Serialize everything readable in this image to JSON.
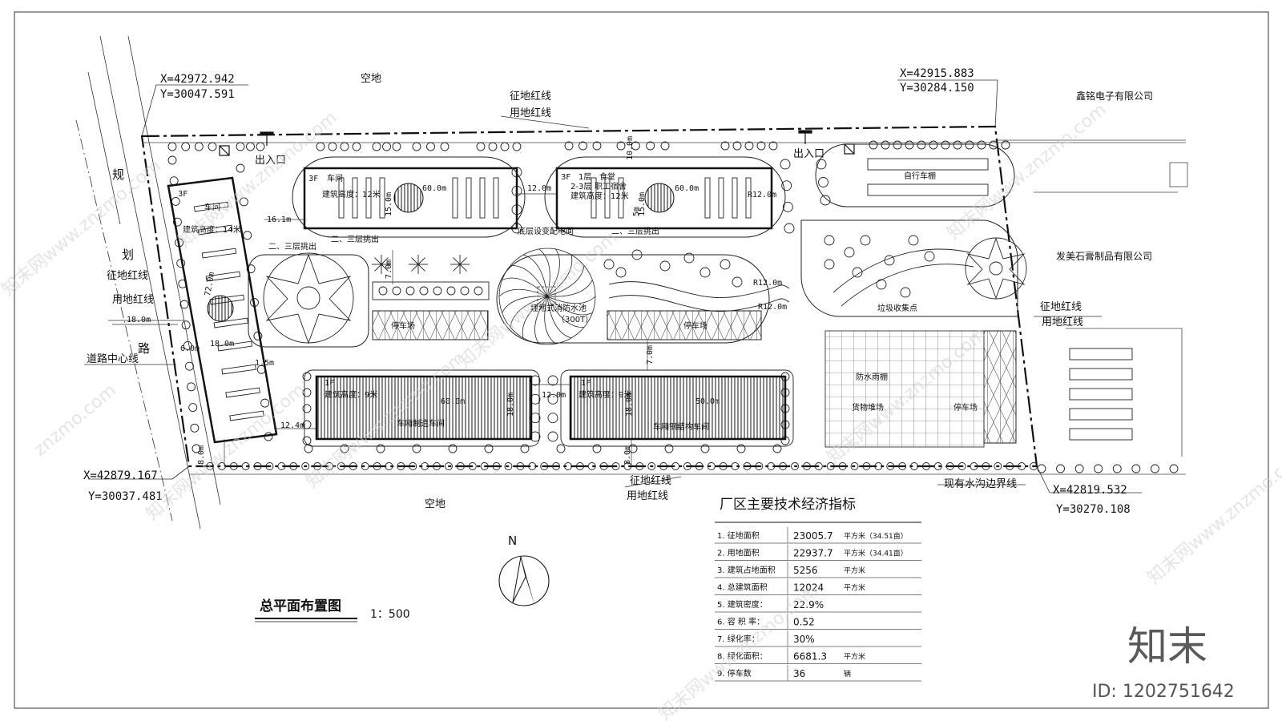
{
  "coords": {
    "nw": {
      "x": "X=42972.942",
      "y": "Y=30047.591"
    },
    "ne": {
      "x": "X=42915.883",
      "y": "Y=30284.150"
    },
    "sw": {
      "x": "X=42879.167",
      "y": "Y=30037.481"
    },
    "se": {
      "x": "X=42819.532",
      "y": "Y=30270.108"
    }
  },
  "surroundings": {
    "vacant_north": "空地",
    "vacant_south": "空地",
    "neighbor_ne": "鑫铭电子有限公司",
    "neighbor_e": "发美石膏制品有限公司",
    "road_chars": [
      "规",
      "划",
      "路"
    ],
    "road_centerline": "道路中心线",
    "ditch_boundary": "现有水沟边界线"
  },
  "lines": {
    "land_acq": "征地红线",
    "land_use": "用地红线"
  },
  "gates": {
    "entrance": "出入口"
  },
  "dims": {
    "d161": "16.1m",
    "d180": "18.0m",
    "d60a": "60.0m",
    "d60b": "60.0m",
    "d120": "12.0m",
    "d150a": "15.0m",
    "d150b": "15.0m",
    "d100": "10.0m",
    "d70a": "7.0m",
    "d70b": "7.0m",
    "d124": "12.4m",
    "d80a": "8.0m",
    "d80b": "8.0m",
    "d180b": "18.0m",
    "d720": "72.0m",
    "d60c": "6.0m",
    "d60d": "60.0m",
    "d50": "50.0m",
    "d120b": "12.0m",
    "d180c": "18.0m",
    "d180d": "18.0m",
    "r12": "R12.0m",
    "r12b": "R12.0m",
    "r12c": "R12.0m",
    "d15": "1.5m",
    "d5": "5m"
  },
  "buildings": {
    "workshop_a": {
      "floors": "3F",
      "name": "车间",
      "height": "建筑高度：12米",
      "note": "二、三层挑出"
    },
    "dorm": {
      "floors": "3F",
      "l1": "1层",
      "l1b": "食堂",
      "l2": "2-3层",
      "l2b": "职工宿舍",
      "height": "建筑高度：12米",
      "note": "二、三层挑出",
      "sub": "底层设变配电间"
    },
    "workshop_w": {
      "floors": "3F",
      "name": "车间",
      "height": "建筑高度：14米",
      "note": "二、三层挑出"
    },
    "shop1": {
      "floors": "1F",
      "height": "建筑高度：9米",
      "name": "车厢制造车间"
    },
    "shop2": {
      "floors": "1F",
      "height": "建筑高度：9米",
      "name": "车厢钢结构车间"
    },
    "bike": "自行车棚",
    "waste": "垃圾收集点",
    "pool": "埋地式消防水池",
    "pool_cap": "（300T）",
    "parking1": "停车场",
    "parking2": "停车场",
    "parking3": "停车场",
    "rainshed": "防水雨棚",
    "yard": "货物堆场"
  },
  "title": {
    "main": "总平面布置图",
    "scale": "1：500",
    "north": "N"
  },
  "table": {
    "heading": "厂区主要技术经济指标",
    "rows": [
      {
        "no": "1.",
        "item": "征地面积",
        "value": "23005.7",
        "unit": "平方米（34.51亩）"
      },
      {
        "no": "2.",
        "item": "用地面积",
        "value": "22937.7",
        "unit": "平方米（34.41亩）"
      },
      {
        "no": "3.",
        "item": "建筑占地面积",
        "value": "5256",
        "unit": "平方米"
      },
      {
        "no": "4.",
        "item": "总建筑面积",
        "value": "12024",
        "unit": "平方米"
      },
      {
        "no": "5.",
        "item": "建筑密度：",
        "value": "22.9%",
        "unit": ""
      },
      {
        "no": "6.",
        "item": "容 积 率：",
        "value": "0.52",
        "unit": ""
      },
      {
        "no": "7.",
        "item": "绿化率：",
        "value": "30%",
        "unit": ""
      },
      {
        "no": "8.",
        "item": "绿化面积：",
        "value": "6681.3",
        "unit": "平方米"
      },
      {
        "no": "9.",
        "item": "停车数",
        "value": "36",
        "unit": "辆"
      }
    ]
  },
  "brand": {
    "logo": "知末",
    "id": "ID: 1202751642",
    "watermark": "知末网www.znzmo.com",
    "watermark2": "znzmo.com"
  },
  "colors": {
    "line": "#111111",
    "watermark": "#cfcfcf"
  }
}
